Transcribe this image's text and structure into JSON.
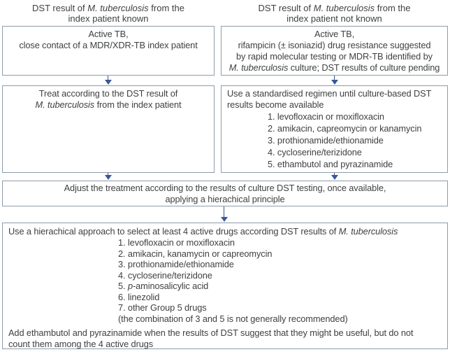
{
  "colors": {
    "background": "#ffffff",
    "border": "#8e9cab",
    "arrow": "#3a5795",
    "text": "#3f4040"
  },
  "headers": {
    "left": {
      "pre": "DST result of ",
      "species": "M. tuberculosis",
      "post": " from the",
      "line2": "index patient known"
    },
    "right": {
      "pre": "DST result of ",
      "species": "M. tuberculosis",
      "post": " from the",
      "line2": "index patient not known"
    }
  },
  "boxes": {
    "known_condition": {
      "line1": "Active TB,",
      "line2": "close contact of a MDR/XDR-TB index patient"
    },
    "unknown_condition": {
      "line1": "Active TB,",
      "line2": "rifampicin (± isoniazid) drug resistance suggested",
      "line3": "by rapid molecular testing or MDR-TB identified by",
      "line4_species": "M. tuberculosis",
      "line4_post": " culture; DST results of culture pending"
    },
    "treat_index": {
      "line1": "Treat according to the DST result of",
      "line2_species": "M. tuberculosis",
      "line2_post": " from the index patient"
    },
    "standardised": {
      "intro_line1": "Use a standardised regimen until culture-based DST",
      "intro_line2": "results become available",
      "list": [
        "1. levofloxacin or moxifloxacin",
        "2. amikacin, capreomycin or kanamycin",
        "3. prothionamide/ethionamide",
        "4. cycloserine/terizidone",
        "5. ethambutol and pyrazinamide"
      ]
    },
    "adjust": {
      "line1": "Adjust the treatment according to the results of culture DST testing, once available,",
      "line2": "applying a hierachical principle"
    },
    "final": {
      "heading_pre": "Use a hierachical approach to select at least 4 active drugs according DST results of ",
      "heading_species": "M. tuberculosis",
      "list_a": [
        "1. levofloxacin or moxifloxacin",
        "2. amikacin, kanamycin or capreomycin",
        "3. prothionamide/ethionamide",
        "4. cycloserine/terizidone"
      ],
      "item5_pre": "5. ",
      "item5_italic": "p",
      "item5_post": "-aminosalicylic acid",
      "list_b": [
        "6. linezolid",
        "7. other Group 5 drugs",
        "(the combination of 3 and 5 is not generally recommended)"
      ],
      "note_line1": "Add ethambutol and pyrazinamide when the results of DST suggest that they might be useful, but do not",
      "note_line2": "count them among the 4 active drugs"
    }
  }
}
